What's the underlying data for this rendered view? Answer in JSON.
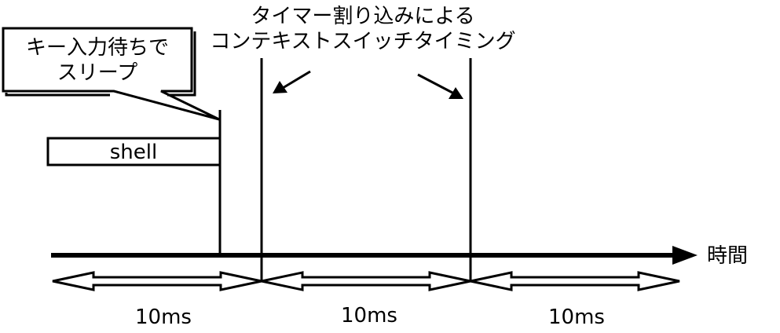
{
  "callout": {
    "line1": "キー入力待ちで",
    "line2": "スリープ"
  },
  "annotation": {
    "line1": "タイマー割り込みによる",
    "line2": "コンテキストスイッチタイミング"
  },
  "process_label": "shell",
  "axis_label": "時間",
  "intervals": [
    {
      "label": "10ms"
    },
    {
      "label": "10ms"
    },
    {
      "label": "10ms"
    }
  ],
  "colors": {
    "stroke": "#000000",
    "fill": "#ffffff"
  }
}
